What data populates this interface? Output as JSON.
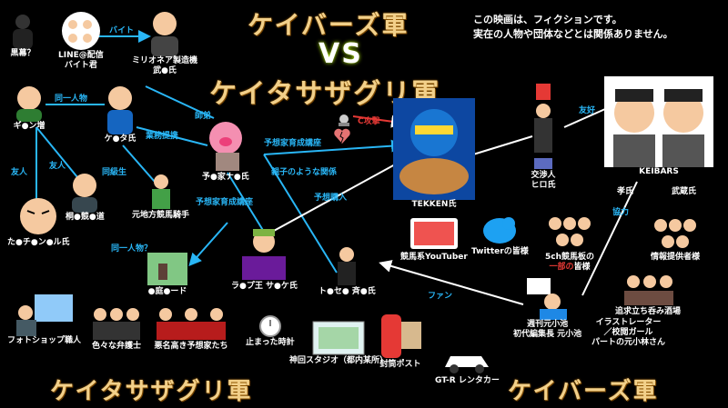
{
  "titles": {
    "top_team": "ケイバーズ軍",
    "vs": "VS",
    "mid_team": "ケイタサザグリ軍",
    "bottom_left": "ケイタサザグリ軍",
    "bottom_right": "ケイバーズ軍"
  },
  "disclaimer": {
    "line1": "この映画は、フィクションです。",
    "line2": "実在の人物や団体などとは関係ありません。"
  },
  "nodes": {
    "kuromaku": "黒幕？",
    "line_live1": "LINE@配信",
    "line_live2": "バイト君",
    "millionaire1": "ミリオネア製造機",
    "millionaire2": "武●氏",
    "gi_n": "ギ●ン増",
    "keta": "ケ●タ氏",
    "yoka": "予●家ナ●氏",
    "tekken": "TEKKEN氏",
    "negotiator1": "交渉人",
    "negotiator2": "ヒロ氏",
    "keibars": "KEIBARS",
    "takashi": "孝氏",
    "takezo": "武蔵氏",
    "kiri": "桐●競●道",
    "tachi": "た●チ●ン●ル氏",
    "jockey": "元地方競馬騎手",
    "youtuber": "競馬系YouTuber",
    "twitter": "Twitterの皆様",
    "fivech1": "5ch競馬板の",
    "fivech2_red": "一部の",
    "fivech2_rest": "皆様",
    "info": "情報提供者様",
    "road": "●庭●ード",
    "dj": "ラ●プ王 サ●ケ氏",
    "toseko": "ト●セ● 斉●氏",
    "photoshop": "フォトショップ職人",
    "lawyers": "色々な弁護士",
    "predictors": "悪名高き予想家たち",
    "clock": "止まった時計",
    "post": "封筒ポスト",
    "studio": "神回スタジオ（都内某所）",
    "gtr": "GT-R レンタカー",
    "weekly1": "週刊元小池",
    "weekly2": "初代編集長 元小池",
    "illustrator1": "イラストレーター",
    "illustrator2": "／校閲ガール",
    "illustrator3": "パートの元小林さん",
    "bar": "追求立ち呑み酒場"
  },
  "edges": {
    "baito": "バイト",
    "same_person": "同一人物",
    "tomodachi1": "友人",
    "tomodachi2": "友人",
    "gyomu": "業務提携",
    "doukyu": "同級生",
    "shitei": "師弟",
    "yosoka1": "予想家育成講座",
    "yosoka2": "予想家育成講座",
    "oyako": "親子のような関係",
    "yosokounyu": "予想購入",
    "c_attack": "C攻撃",
    "yuko": "友好",
    "kyoryoku": "協力",
    "same_person2": "同一人物？",
    "fan": "ファン"
  },
  "icons": {
    "heart": "broken-heart-icon",
    "ninja": "hacker-icon"
  },
  "colors": {
    "edge": "#29b6f6",
    "edge_white": "#ffffff",
    "title": "#f2d08a",
    "red": "#e53935"
  }
}
